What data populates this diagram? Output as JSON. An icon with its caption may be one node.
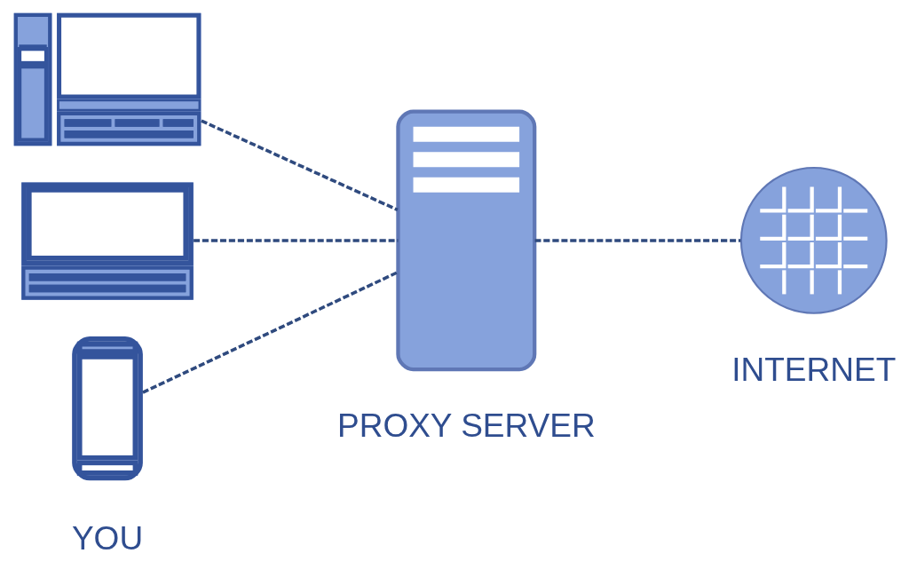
{
  "diagram": {
    "nodes": [
      {
        "text": [],
        "shape": "picture"
      },
      {
        "text": [],
        "shape": "picture"
      },
      {
        "text": [],
        "shape": "picture"
      },
      {
        "text": [],
        "shape": "picture",
        "beside": [
          "PROXY SERVER"
        ]
      },
      {
        "text": [],
        "shape": "picture",
        "beside": [
          "INTERNET"
        ]
      }
    ],
    "edges": [
      {
        "from": 0,
        "to": 3,
        "arrow": "none",
        "style": "dashed"
      },
      {
        "from": 1,
        "to": 3,
        "arrow": "none",
        "style": "dashed"
      },
      {
        "from": 2,
        "to": 3,
        "arrow": "none",
        "style": "dashed"
      },
      {
        "from": 3,
        "to": 4,
        "arrow": "none",
        "style": "dashed"
      }
    ],
    "labels": [
      "YOU"
    ]
  }
}
